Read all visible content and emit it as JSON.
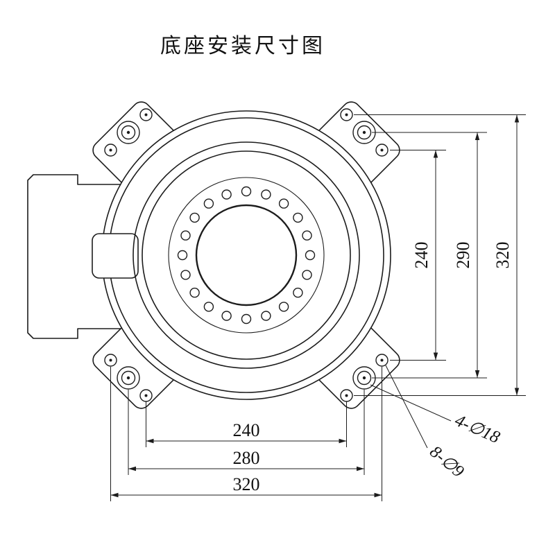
{
  "title": "底座安装尺寸图",
  "colors": {
    "line": "#1c1c1c",
    "background": "#ffffff"
  },
  "dimensions": {
    "vertical": [
      {
        "id": "small-hole-spacing-vertical",
        "label": "240"
      },
      {
        "id": "large-hole-spacing-vertical",
        "label": "290"
      },
      {
        "id": "overall-spacing-vertical",
        "label": "320"
      }
    ],
    "horizontal": [
      {
        "id": "small-hole-spacing-horizontal",
        "label": "240"
      },
      {
        "id": "large-hole-spacing-horizontal",
        "label": "280"
      },
      {
        "id": "overall-spacing-horizontal",
        "label": "320"
      }
    ],
    "leaders": [
      {
        "id": "large-mounting-holes",
        "label": "4-∅18"
      },
      {
        "id": "small-mounting-holes",
        "label": "8-∅9"
      }
    ]
  }
}
